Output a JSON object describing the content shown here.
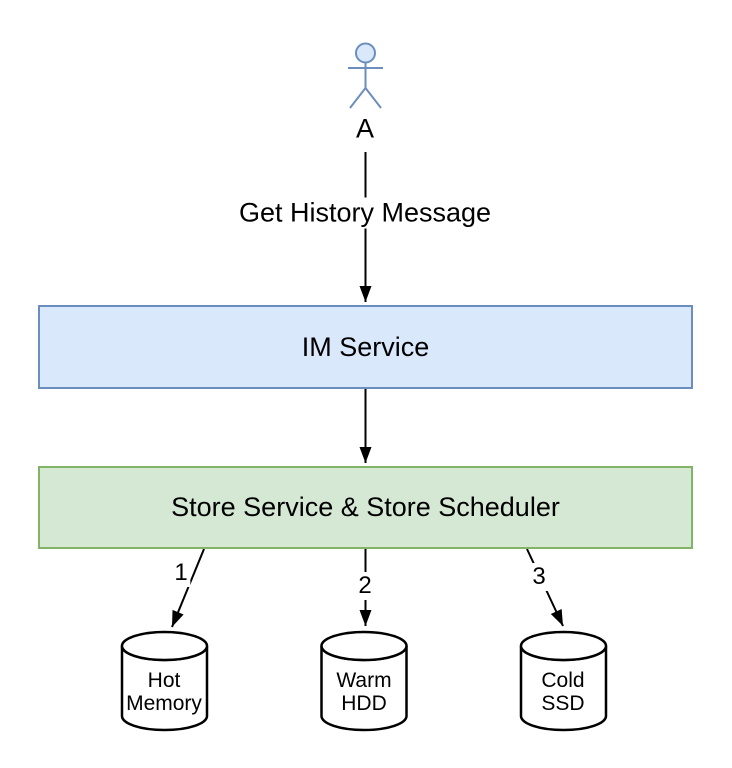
{
  "actor": {
    "label": "A"
  },
  "flow": {
    "message_label": "Get History Message"
  },
  "nodes": {
    "im": {
      "label": "IM Service"
    },
    "store": {
      "label": "Store Service & Store Scheduler"
    }
  },
  "edges": [
    {
      "label": "1"
    },
    {
      "label": "2"
    },
    {
      "label": "3"
    }
  ],
  "stores": [
    {
      "label": "Hot\nMemory"
    },
    {
      "label": "Warm\nHDD"
    },
    {
      "label": "Cold\nSSD"
    }
  ],
  "colors": {
    "im_service_fill": "#dae8fc",
    "im_service_border": "#6c8ebf",
    "store_service_fill": "#d5e8d4",
    "store_service_border": "#82b366",
    "actor_stroke": "#6c8ebf",
    "actor_head_fill": "#dae8fc",
    "arrow": "#000000",
    "cylinder_fill": "#ffffff",
    "cylinder_stroke": "#000000",
    "background": "#ffffff",
    "text": "#000000"
  }
}
